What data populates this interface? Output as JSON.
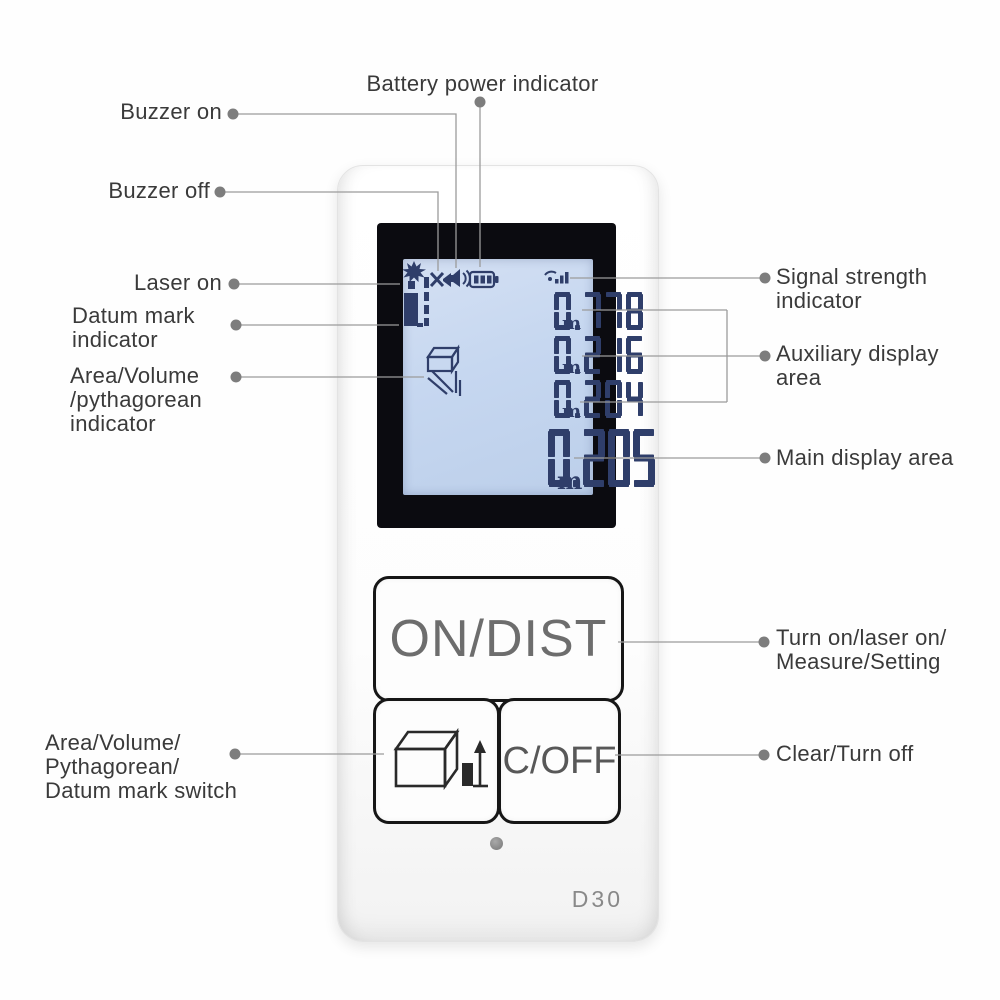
{
  "device": {
    "model_label": "D30",
    "display": {
      "status_icons": [
        {
          "name": "laser-on-icon"
        },
        {
          "name": "datum-mark-icon"
        },
        {
          "name": "buzzer-off-icon"
        },
        {
          "name": "buzzer-on-icon"
        },
        {
          "name": "battery-icon"
        },
        {
          "name": "signal-strength-icon"
        },
        {
          "name": "cube-icon"
        },
        {
          "name": "pythagorean-icon"
        }
      ],
      "auxiliary_readings": [
        {
          "value": "0.778",
          "unit": "m"
        },
        {
          "value": "0.216",
          "unit": "m"
        },
        {
          "value": "0.204",
          "unit": "m"
        }
      ],
      "main_reading": {
        "value": "0.205",
        "unit": "m"
      }
    },
    "buttons": {
      "on_dist_label": "ON/DIST",
      "c_off_label": "C/OFF",
      "mode_icon": "cube-with-datum-arrow-icon"
    }
  },
  "callouts": {
    "battery_power": "Battery power indicator",
    "buzzer_on": "Buzzer on",
    "buzzer_off": "Buzzer off",
    "laser_on": "Laser on",
    "datum_mark": "Datum mark\nindicator",
    "area_volume_indicator": "Area/Volume\n/pythagorean\nindicator",
    "mode_switch": "Area/Volume/\nPythagorean/\nDatum mark switch",
    "signal_strength": "Signal strength\nindicator",
    "auxiliary_display": "Auxiliary display\narea",
    "main_display": "Main display area",
    "on_dist_function": "Turn on/laser on/\nMeasure/Setting",
    "c_off_function": "Clear/Turn off"
  },
  "colors": {
    "lcd_background": "#c6d7f0",
    "lcd_segments": "#2f3e6a",
    "bezel": "#0b0b10",
    "callout_line": "#9b9b9b",
    "callout_dot": "#7d7d7d",
    "label_text": "#3a3a3a"
  }
}
